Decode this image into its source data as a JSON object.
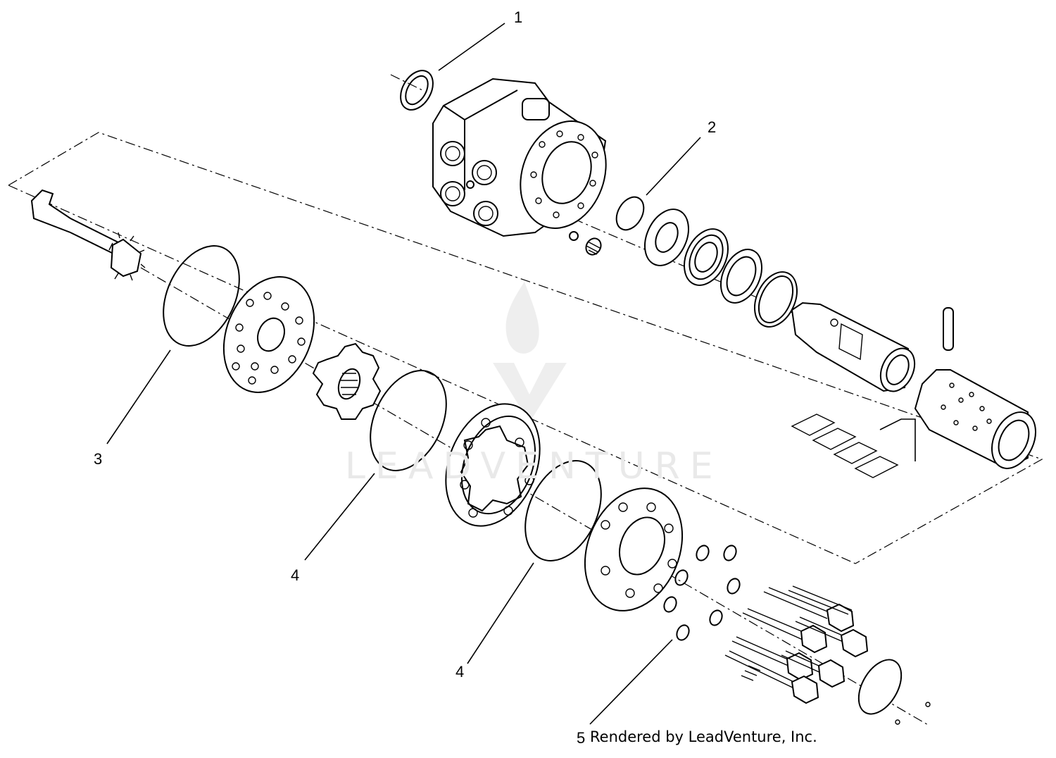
{
  "diagram": {
    "callouts": [
      {
        "id": "c1",
        "label": "1"
      },
      {
        "id": "c2",
        "label": "2"
      },
      {
        "id": "c3",
        "label": "3"
      },
      {
        "id": "c4a",
        "label": "4"
      },
      {
        "id": "c4b",
        "label": "4"
      },
      {
        "id": "c5",
        "label": "5"
      }
    ],
    "credit": "Rendered by LeadVenture, Inc.",
    "watermark": "LEADVENTURE"
  }
}
